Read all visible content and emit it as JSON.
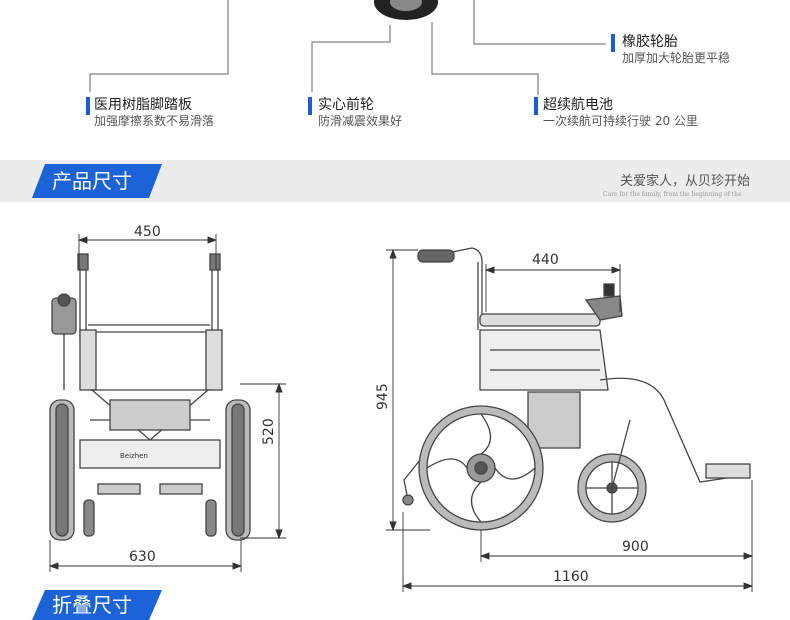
{
  "callouts": {
    "rubber_tire": {
      "title": "橡胶轮胎",
      "sub": "加厚加大轮胎更平稳"
    },
    "footrest": {
      "title": "医用树脂脚踏板",
      "sub": "加强摩擦系数不易滑落"
    },
    "front_wheel": {
      "title": "实心前轮",
      "sub": "防滑减震效果好"
    },
    "battery": {
      "title": "超续航电池",
      "sub": "一次续航可持续行驶 20 公里"
    }
  },
  "section_size": {
    "title": "产品尺寸",
    "slogan": "关爱家人，从贝珍开始",
    "slogan_en": "Care for the family, from the beginning of the"
  },
  "dimensions": {
    "front_width_top": "450",
    "front_height": "520",
    "front_width_bottom": "630",
    "side_seat_depth": "440",
    "side_height": "945",
    "side_wheelbase": "900",
    "side_length": "1160"
  },
  "section_fold": {
    "title": "折叠尺寸"
  },
  "colors": {
    "accent": "#1d63d8",
    "band": "#ececec"
  }
}
